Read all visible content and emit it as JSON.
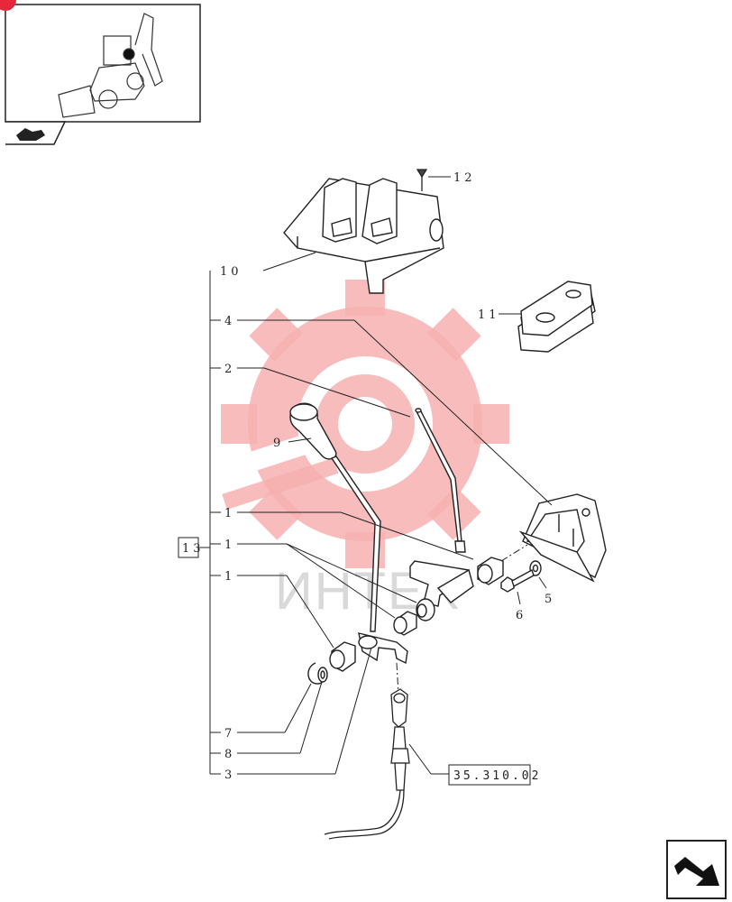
{
  "thumbnail": {
    "icon": "backhoe-loader-icon",
    "tab_icon": "section-arrow-icon"
  },
  "callouts": {
    "c1a": "1",
    "c1b": "1",
    "c1c": "1",
    "c2": "2",
    "c3": "3",
    "c4": "4",
    "c5": "5",
    "c6": "6",
    "c7": "7",
    "c8": "8",
    "c9": "9",
    "c10": "10",
    "c11": "11",
    "c12": "12",
    "c13": "13"
  },
  "reference_box": "35.310.02",
  "watermark": {
    "text": "ИНТЕХ",
    "icon": "gear-logo-icon",
    "color": "#f6a8a8"
  },
  "nav_icon": "next-page-arrow-icon",
  "colors": {
    "line": "#222222",
    "watermark": "#f6a8a8",
    "corner_badge": "#e8283a"
  }
}
